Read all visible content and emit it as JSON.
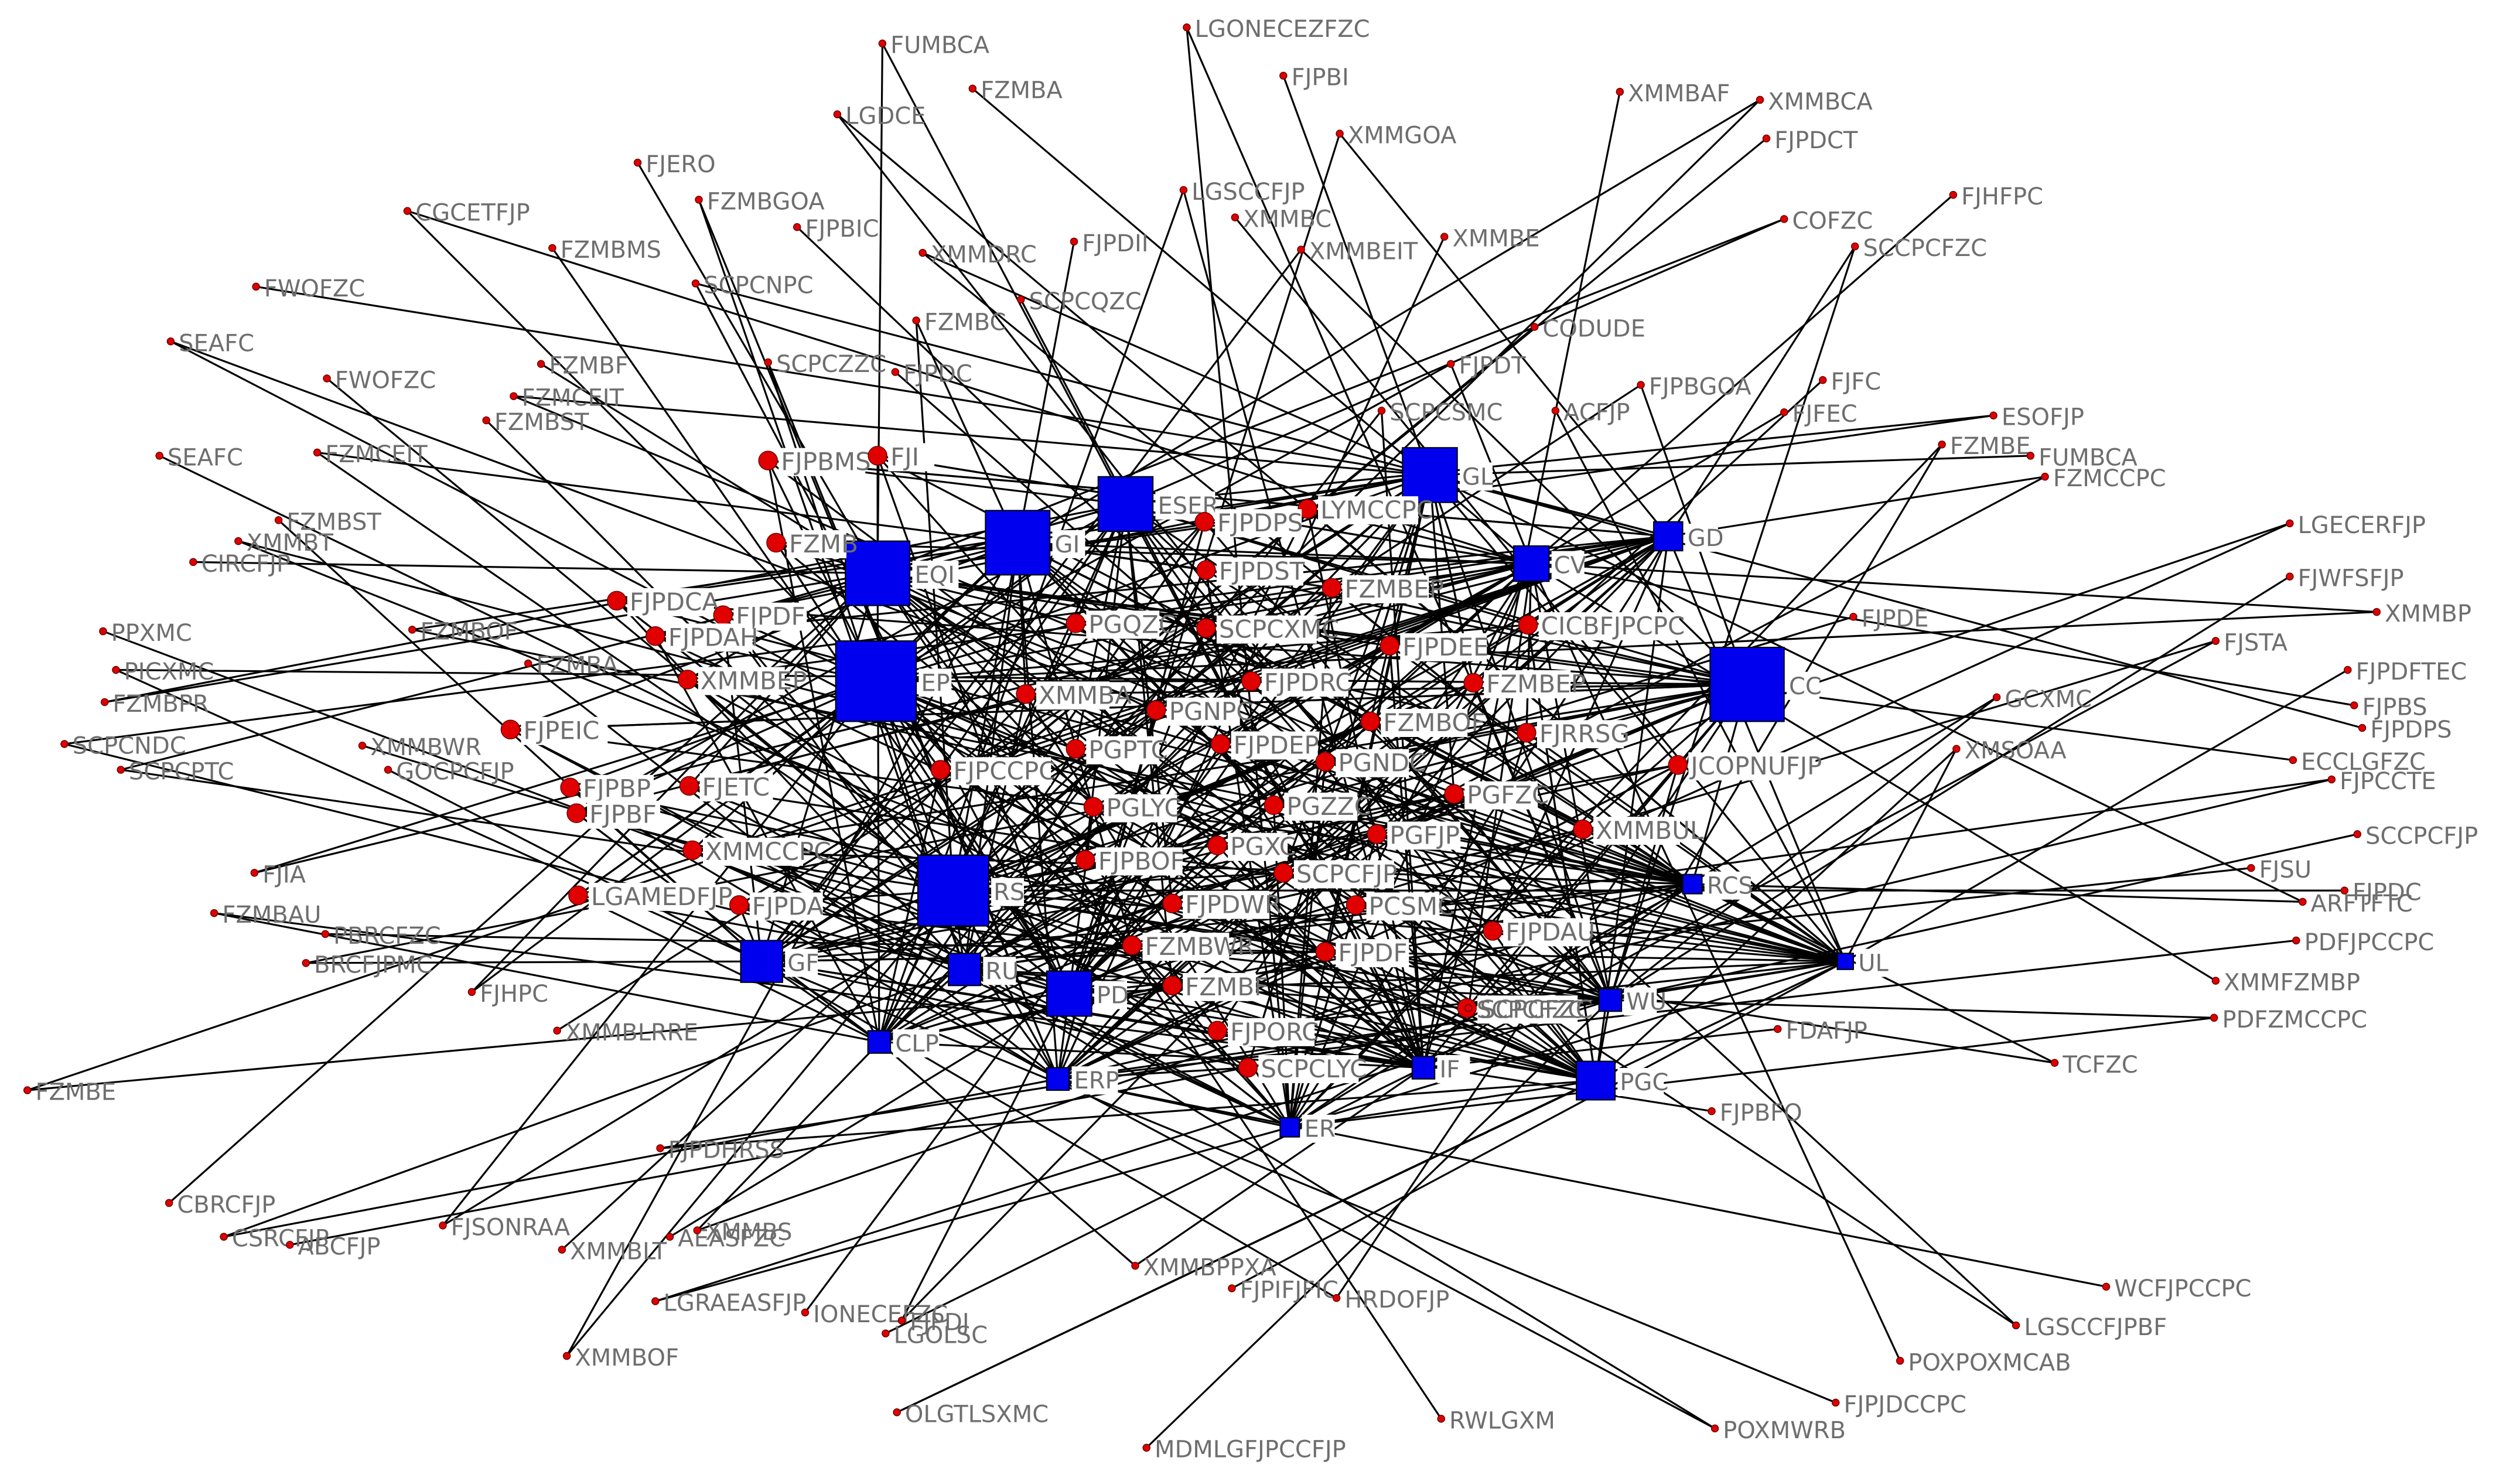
{
  "hubs": [
    {
      "id": "ESER",
      "label": "ESER"
    },
    {
      "id": "GL",
      "label": "GL"
    },
    {
      "id": "GI",
      "label": "GI"
    },
    {
      "id": "EQI",
      "label": "EQI"
    },
    {
      "id": "EP",
      "label": "EP"
    },
    {
      "id": "RS",
      "label": "RS"
    },
    {
      "id": "CC",
      "label": "CC"
    },
    {
      "id": "CV",
      "label": "CV"
    },
    {
      "id": "GD",
      "label": "GD"
    },
    {
      "id": "GF",
      "label": "GF"
    },
    {
      "id": "RU",
      "label": "RU"
    },
    {
      "id": "PD",
      "label": "PD"
    },
    {
      "id": "CLP",
      "label": "CLP"
    },
    {
      "id": "ERP",
      "label": "ERP"
    },
    {
      "id": "ER",
      "label": "ER"
    },
    {
      "id": "IF",
      "label": "IF"
    },
    {
      "id": "PGC",
      "label": "PGC"
    },
    {
      "id": "WU",
      "label": "WU"
    },
    {
      "id": "RCS",
      "label": "RCS"
    },
    {
      "id": "UL",
      "label": "UL"
    }
  ],
  "mid_nodes": [
    "PGQZC",
    "SCPCXMC",
    "FZMBEP",
    "PGNPC",
    "FJPDRC",
    "FJPDEE",
    "XMMBA",
    "FZMBEP",
    "PGPTC",
    "FJPDEP",
    "PGNDC",
    "FZMBOF",
    "FJPCCPC",
    "PGLYC",
    "PGZZC",
    "PGFZC",
    "FJPBOF",
    "PGXC",
    "PGFJP",
    "SCPCFJP",
    "FJPDWR",
    "PCSMC",
    "FZMBWR",
    "FJPDF",
    "FZMBF",
    "FJPORC",
    "SCPCFZC",
    "SCPCLYC",
    "FJPDAU",
    "FJRRSG",
    "XMMBUL",
    "JCOPNUFJP",
    "CICBFJPCPC",
    "LYMCCPC",
    "FJPDST",
    "FJPDPS",
    "FJPBMS",
    "FZMB",
    "FJPDCA",
    "FJPDF",
    "FJPDAH",
    "XMMBEP",
    "FJPEIC",
    "FJPBP",
    "FJPBF",
    "FJETC",
    "XMMCCPC",
    "FJPDA",
    "LGAMEDFJP",
    "FJI"
  ],
  "outer_nodes": [
    "FUMBCA",
    "FZMBA",
    "LGONECEZFZC",
    "FJPBI",
    "XMMGOA",
    "XMMBAF",
    "XMMBCA",
    "FJPDCT",
    "LGDCE",
    "FJERO",
    "FZMBGOA",
    "FJPBIC",
    "CGCETFJP",
    "FZMBMS",
    "XMMDRC",
    "FJPDII",
    "LGSCCFJP",
    "XMMBC",
    "XMMBEIT",
    "XMMBE",
    "COFZC",
    "FJHFPC",
    "SCCPCFZC",
    "FWOFZC",
    "SCPCNPC",
    "SCPCQZC",
    "FZMBC",
    "CODUDE",
    "SEAFC",
    "FZMBF",
    "SCPCZZC",
    "FJPDC",
    "FJPDT",
    "FWOFZC",
    "FZMCEIT",
    "FZMBST",
    "SCPCSMC",
    "ACFJP",
    "FJPBGOA",
    "FJFC",
    "ESOFJP",
    "FJFEC",
    "FZMBE",
    "FUMBCA",
    "FZMCCPC",
    "SEAFC",
    "FZMCEIT",
    "FZMBST",
    "XMMBT",
    "CIRCFJP",
    "LGECERFJP",
    "FJWFSFJP",
    "XMMBP",
    "PPXMC",
    "FZMBOF",
    "FJPDE",
    "FJSTA",
    "FJPDFTEC",
    "PICXMC",
    "FZMBA",
    "FZMBPR",
    "FJPBS",
    "GCXMC",
    "FJPDPS",
    "SCPCNDC",
    "XMMBWR",
    "SCPCPTC",
    "GOCPCFJP",
    "XMSOAA",
    "ECCLGFZC",
    "FJPCCTE",
    "SCCPCFJP",
    "FJIA",
    "FJSU",
    "ARFTFTC",
    "FJPDC",
    "FZMBAU",
    "PBRCFZC",
    "BRCFJPMC",
    "PDFJPCCPC",
    "FJHPC",
    "XMMFZMBP",
    "PDFZMCCPC",
    "XMMBLRRE",
    "FZMBE",
    "FDAFJP",
    "TCFZC",
    "FJPBFO",
    "FJPDHRSS",
    "CBRCFJP",
    "CSRCFJP",
    "ABCFJP",
    "FJSONRAA",
    "AEASFZC",
    "XMMBS",
    "XMMBLT",
    "XMMBPPXA",
    "FJPIFJFIC",
    "HRDOFJP",
    "WCFJPCCPC",
    "LGSCCFJPBF",
    "POXPOXMCAB",
    "LGRAEASFJP",
    "IONECEFZC",
    "FJPDJ",
    "LGOLSC",
    "XMMBOF",
    "FJPJDCCPC",
    "OLGTLSXMC",
    "RWLGXM",
    "POXMWRB",
    "MDMLGFJPCCFJP",
    "SCPCFZC"
  ],
  "colors": {
    "hub": "#0000ee",
    "node": "#e00000",
    "edge": "#000000",
    "label": "#6e6e6e"
  }
}
